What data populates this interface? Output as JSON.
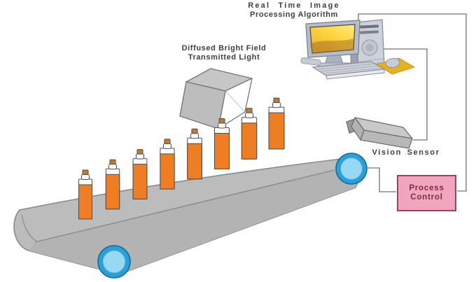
{
  "diagram": {
    "computer_label": {
      "line1": "Real Time Image",
      "line2": "Processing Algorithm"
    },
    "light_label": {
      "line1": "Diffused Bright Field",
      "line2": "Transmitted Light"
    },
    "sensor_label": "Vision Sensor",
    "process_control": {
      "line1": "Process",
      "line2": "Control"
    },
    "bottle_count": 8,
    "roller_count": 2
  },
  "colors": {
    "bottle_orange": "#ee7d23",
    "bottle_cap": "#c07a2e",
    "bottle_outline": "#4d4d4d",
    "belt_gray": "#bcbcbc",
    "belt_front_gray": "#b3b3b3",
    "belt_outline": "#8a8a8a",
    "roller_ring_blue": "#29a0d8",
    "roller_ring_edge": "#0f6d9e",
    "roller_core_blue": "#97d8f2",
    "box_face_gray": "#c6c6c6",
    "box_side_gray": "#bdbdbd",
    "box_outline": "#777777",
    "metal_light": "#ccd1da",
    "metal_mid": "#b7bcc6",
    "metal_dark": "#9aa2b0",
    "metal_edge": "#848a98",
    "screen_yellow_hi": "#ffee7a",
    "screen_yellow_mid": "#fdd23d",
    "screen_yellow_lo": "#eeb02f",
    "screen_wave": "#a06a22",
    "mousepad_yellow": "#e6b01f",
    "sensor_top": "#c9c9c9",
    "sensor_side": "#b2b2b2",
    "sensor_front": "#b8b8b8",
    "sensor_lens": "#999999",
    "sensor_outline": "#6f6f6f",
    "connector_gray": "#8c8c8c",
    "pink_box_fill": "#f1a5be",
    "pink_box_border": "#9c4456",
    "pink_box_text": "#7d2e3e",
    "label_text": "#3f3f3f"
  }
}
